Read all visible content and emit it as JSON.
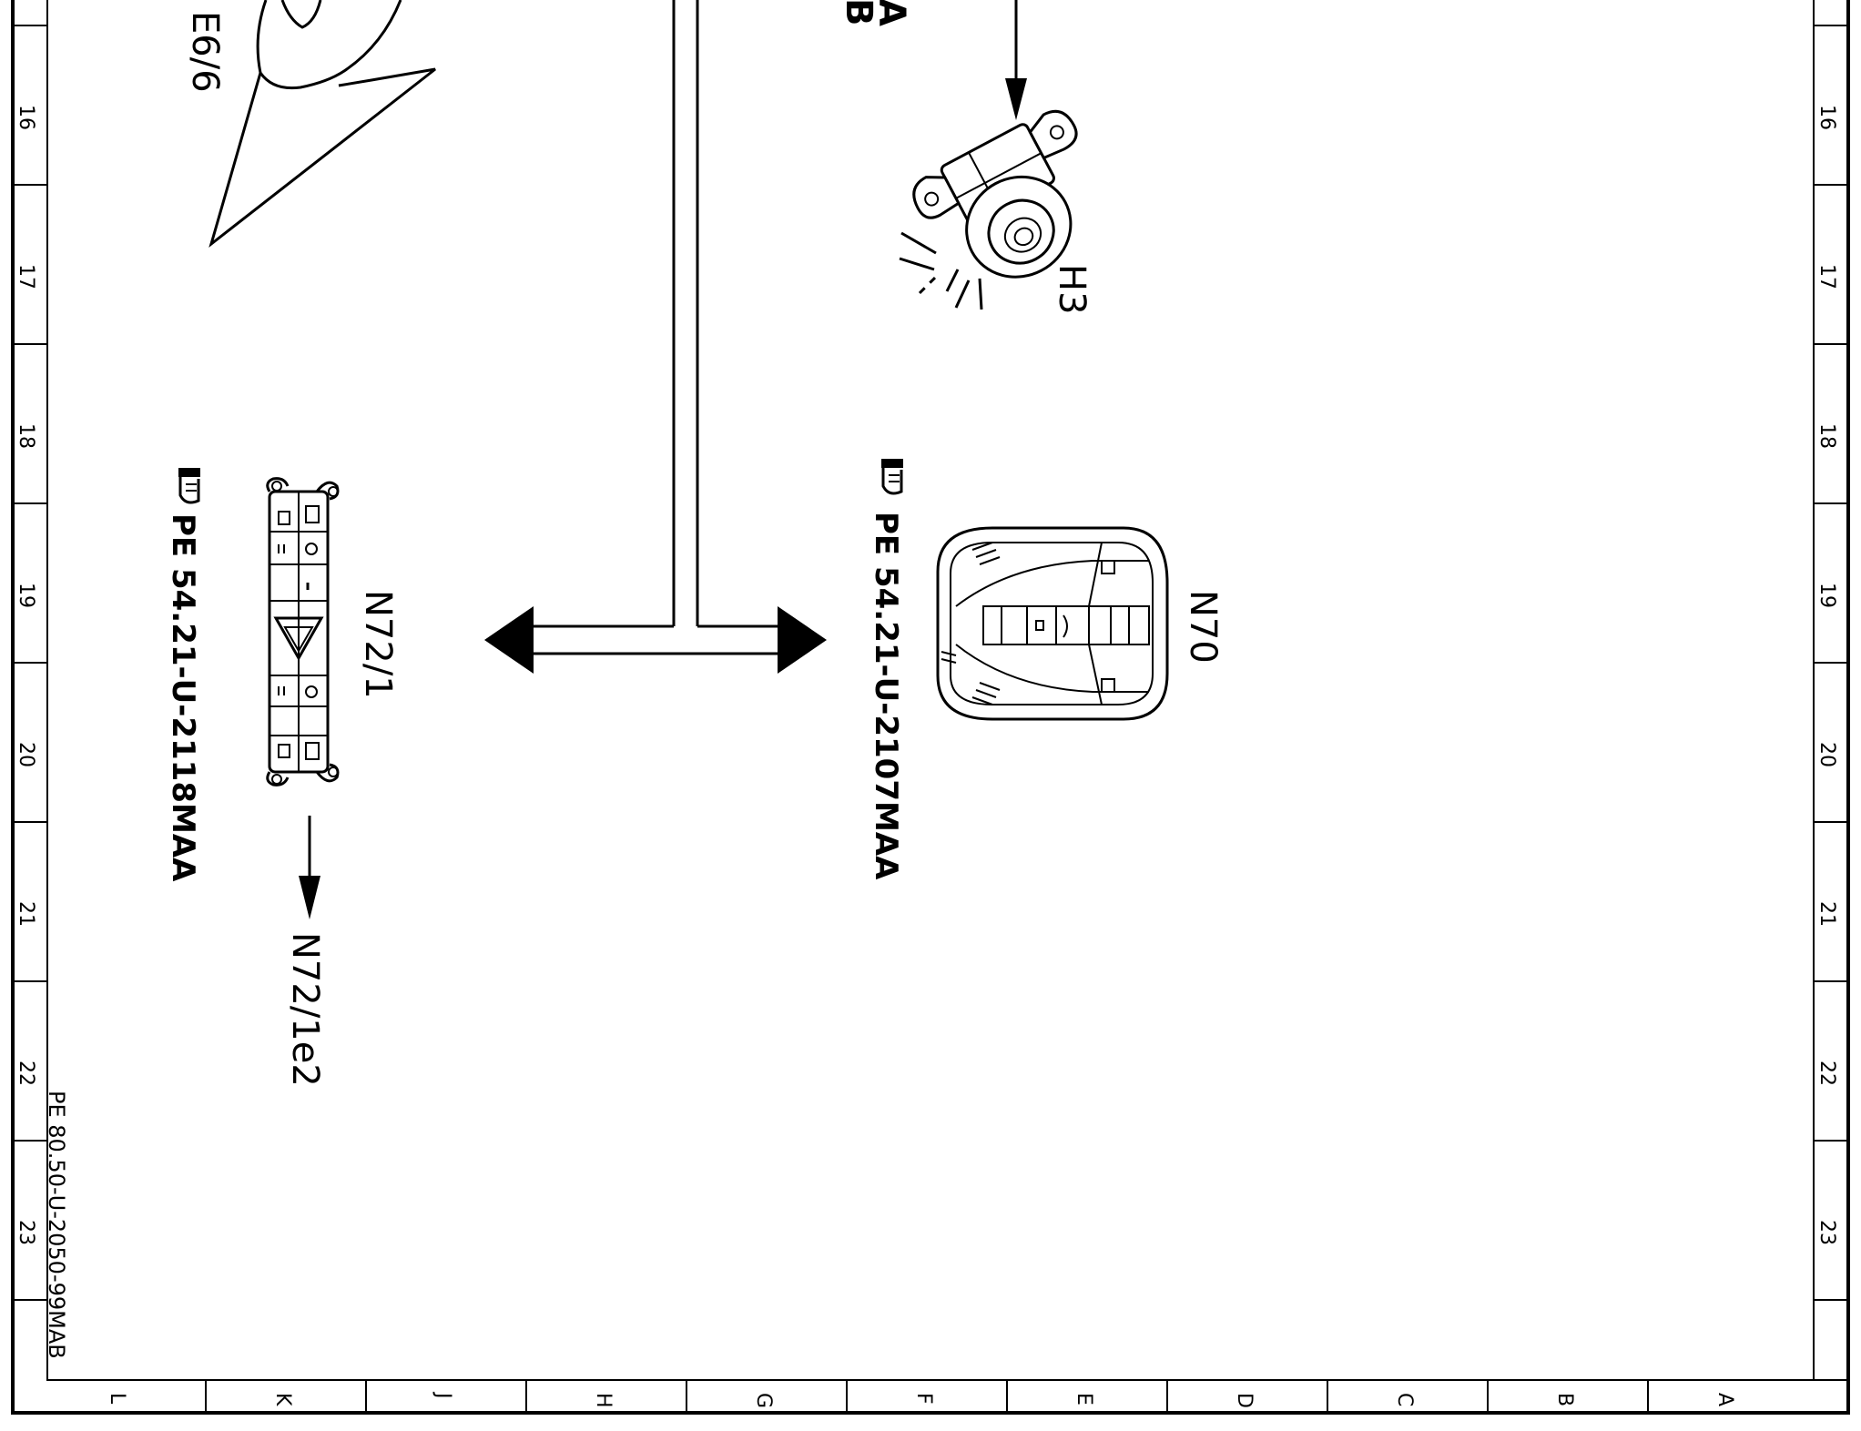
{
  "document": {
    "drawing_number": "PE 80.50-U-2050-99MAB",
    "row_numbers": [
      "16",
      "17",
      "18",
      "19",
      "20",
      "21",
      "22",
      "23"
    ],
    "column_letters": [
      "L",
      "K",
      "J",
      "H",
      "G",
      "F",
      "E",
      "D",
      "C",
      "B",
      "A"
    ]
  },
  "components": {
    "e6_6": {
      "label": "E6/6"
    },
    "h3": {
      "label": "H3"
    },
    "n72_1": {
      "label": "N72/1",
      "ref": "PE 54.21-U-2118MAA"
    },
    "n70": {
      "label": "N70",
      "ref": "PE 54.21-U-2107MAA"
    },
    "n72_1e2": {
      "label": "N72/1e2"
    },
    "partial_labels": [
      "A",
      "B"
    ]
  },
  "colors": {
    "line": "#000000",
    "background": "#ffffff"
  },
  "icons": {
    "reference_pointer": "pointing-hand-icon"
  }
}
